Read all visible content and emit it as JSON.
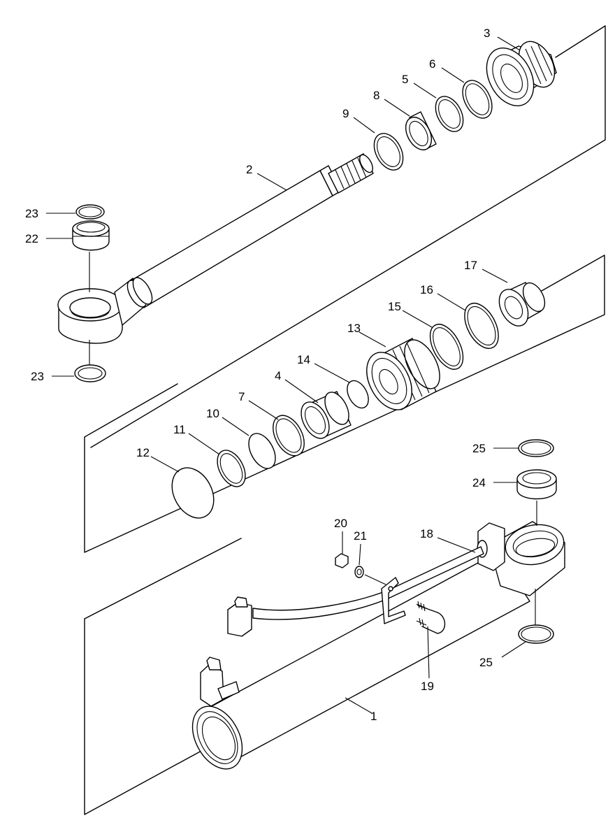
{
  "diagram": {
    "callouts": [
      {
        "id": "c1",
        "text": "1"
      },
      {
        "id": "c2",
        "text": "2"
      },
      {
        "id": "c3",
        "text": "3"
      },
      {
        "id": "c4",
        "text": "4"
      },
      {
        "id": "c5",
        "text": "5"
      },
      {
        "id": "c6",
        "text": "6"
      },
      {
        "id": "c7",
        "text": "7"
      },
      {
        "id": "c8",
        "text": "8"
      },
      {
        "id": "c9",
        "text": "9"
      },
      {
        "id": "c10",
        "text": "10"
      },
      {
        "id": "c11",
        "text": "11"
      },
      {
        "id": "c12",
        "text": "12"
      },
      {
        "id": "c13",
        "text": "13"
      },
      {
        "id": "c14",
        "text": "14"
      },
      {
        "id": "c15",
        "text": "15"
      },
      {
        "id": "c16",
        "text": "16"
      },
      {
        "id": "c17",
        "text": "17"
      },
      {
        "id": "c18",
        "text": "18"
      },
      {
        "id": "c19",
        "text": "19"
      },
      {
        "id": "c20",
        "text": "20"
      },
      {
        "id": "c21",
        "text": "21"
      },
      {
        "id": "c22",
        "text": "22"
      },
      {
        "id": "c23a",
        "text": "23"
      },
      {
        "id": "c23b",
        "text": "23"
      },
      {
        "id": "c24",
        "text": "24"
      },
      {
        "id": "c25a",
        "text": "25"
      },
      {
        "id": "c25b",
        "text": "25"
      }
    ]
  }
}
